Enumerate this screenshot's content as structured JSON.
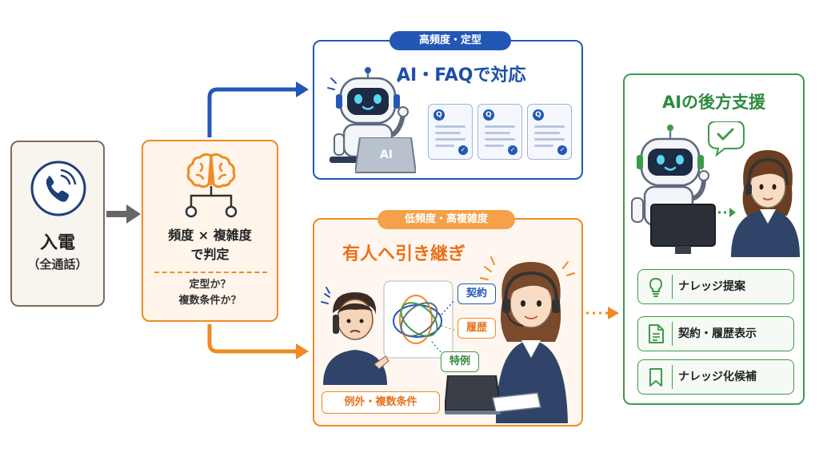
{
  "call": {
    "title": "入電",
    "subtitle": "（全通話）"
  },
  "judgement": {
    "title_line1": "頻度 × 複雑度",
    "title_line2": "で判定",
    "question_line1": "定型か？",
    "question_line2": "複数条件か？"
  },
  "high_frequency": {
    "badge": "高頻度・定型",
    "heading": "AI・FAQで対応",
    "laptop_label": "AI",
    "faq_card_letter": "Q"
  },
  "low_frequency": {
    "badge": "低頻度・高複雑度",
    "heading": "有人へ引き継ぎ",
    "tags": {
      "contract": "契約",
      "history": "履歴",
      "special": "特例"
    },
    "exception_label": "例外・複数条件"
  },
  "support": {
    "heading": "AIの後方支援",
    "items": [
      {
        "label": "ナレッジ提案",
        "icon": "lightbulb-icon"
      },
      {
        "label": "契約・履歴表示",
        "icon": "document-icon"
      },
      {
        "label": "ナレッジ化候補",
        "icon": "bookmark-icon"
      }
    ]
  },
  "colors": {
    "blue": "#2357b6",
    "orange": "#f08a24",
    "green": "#3d9a4b",
    "gray": "#666666"
  }
}
